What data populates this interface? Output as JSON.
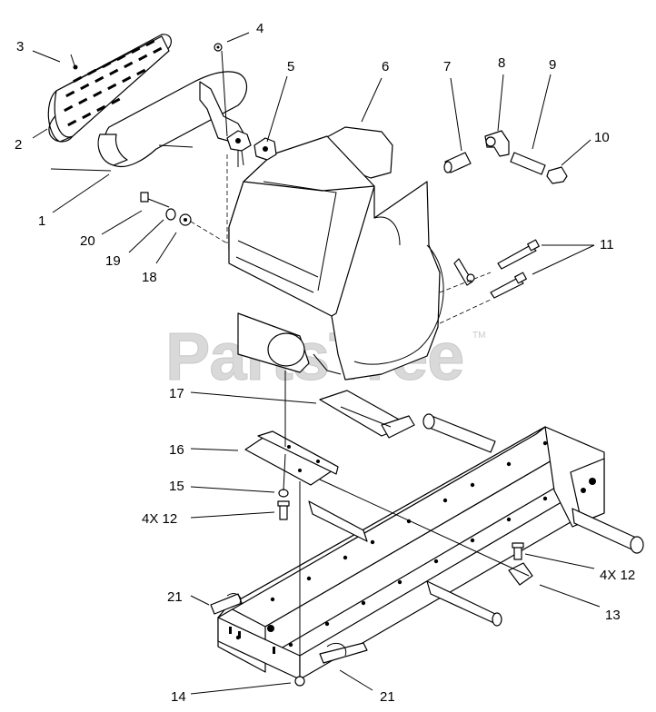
{
  "watermark": {
    "text": "PartsTree",
    "mark": "TM"
  },
  "callouts": {
    "c1": "1",
    "c2": "2",
    "c3": "3",
    "c4": "4",
    "c5": "5",
    "c6": "6",
    "c7": "7",
    "c8": "8",
    "c9": "9",
    "c10": "10",
    "c11": "11",
    "c12a": "4X 12",
    "c12b": "4X 12",
    "c13": "13",
    "c14": "14",
    "c15": "15",
    "c16": "16",
    "c17": "17",
    "c18": "18",
    "c19": "19",
    "c20": "20",
    "c21a": "21",
    "c21b": "21"
  }
}
